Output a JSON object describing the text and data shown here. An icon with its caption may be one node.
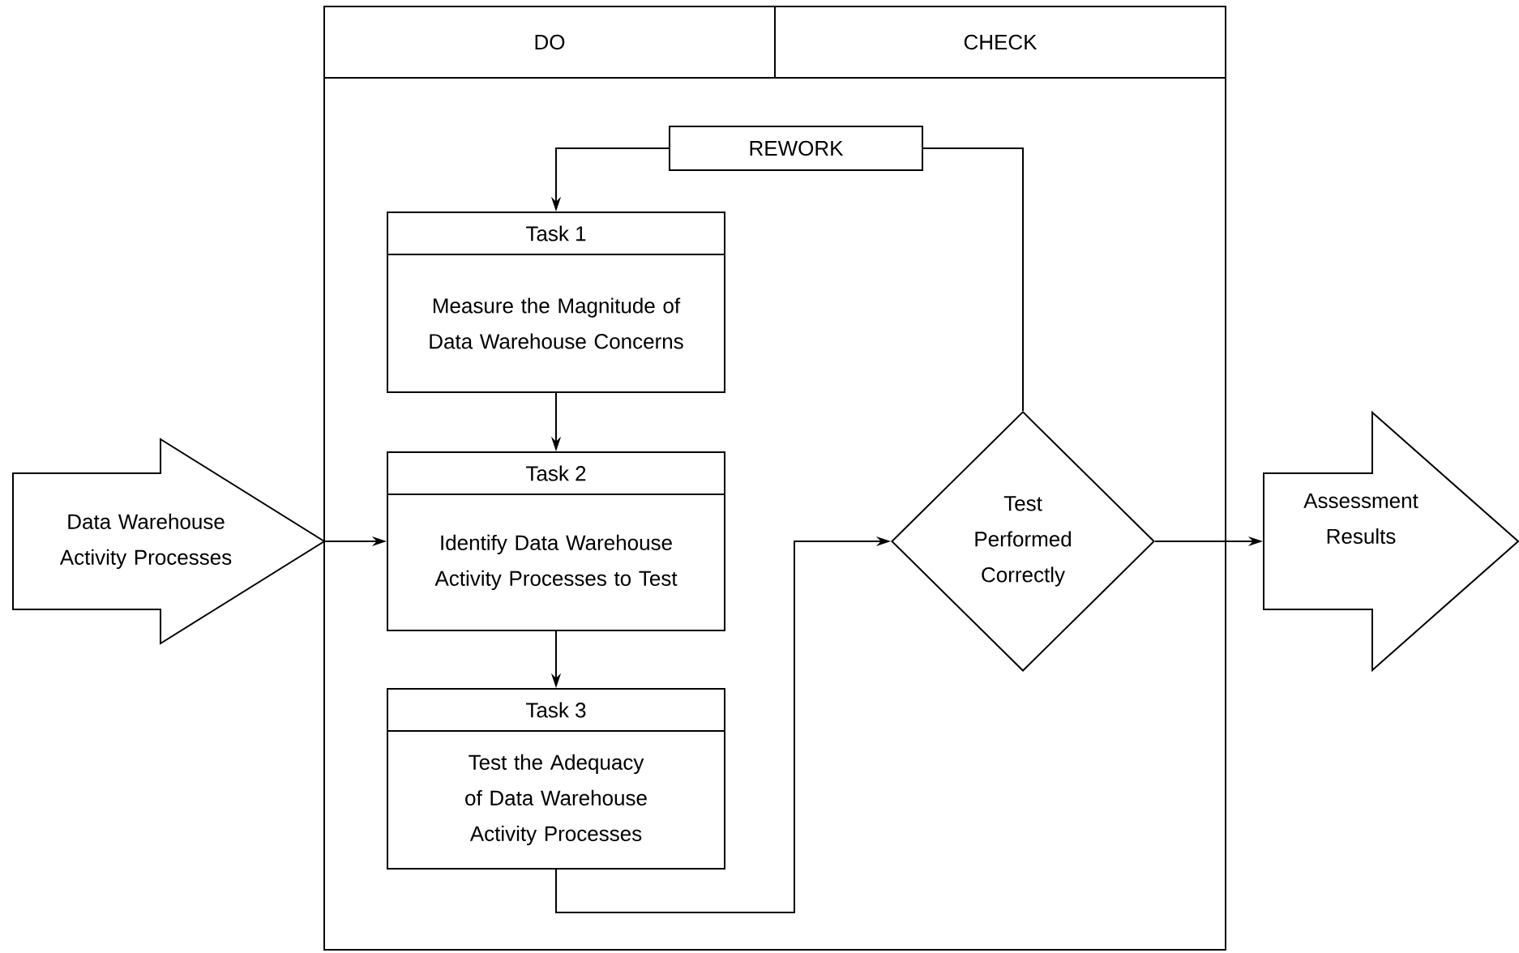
{
  "diagram": {
    "nodes": [
      {
        "text": [
          "DO",
          "CHECK"
        ]
      },
      {
        "text": [
          "Data Warehouse Activity Processes"
        ]
      },
      {
        "text": [
          "REWORK"
        ],
        "in": 0
      },
      {
        "text": [
          "Task 1",
          "Measure the Magnitude of Data Warehouse Concerns"
        ],
        "in": 0
      },
      {
        "text": [
          "Task 2",
          "Identify Data Warehouse Activity Processes to Test"
        ],
        "in": 0
      },
      {
        "text": [
          "Task 3",
          "Test the Adequacy of Data Warehouse Activity Processes"
        ],
        "in": 0
      },
      {
        "text": [
          "Test Performed Correctly"
        ],
        "in": 0
      },
      {
        "text": [
          "Assessment Results"
        ]
      }
    ],
    "edges": [
      {
        "from": 1,
        "to": 4,
        "arrow": "to"
      },
      {
        "from": 3,
        "to": 4,
        "arrow": "to"
      },
      {
        "from": 4,
        "to": 5,
        "arrow": "to"
      },
      {
        "from": 5,
        "to": 6,
        "arrow": "to"
      },
      {
        "from": 6,
        "to": 2,
        "arrow": "none"
      },
      {
        "from": 2,
        "to": 3,
        "arrow": "to"
      },
      {
        "from": 6,
        "to": 7,
        "arrow": "to"
      }
    ]
  }
}
